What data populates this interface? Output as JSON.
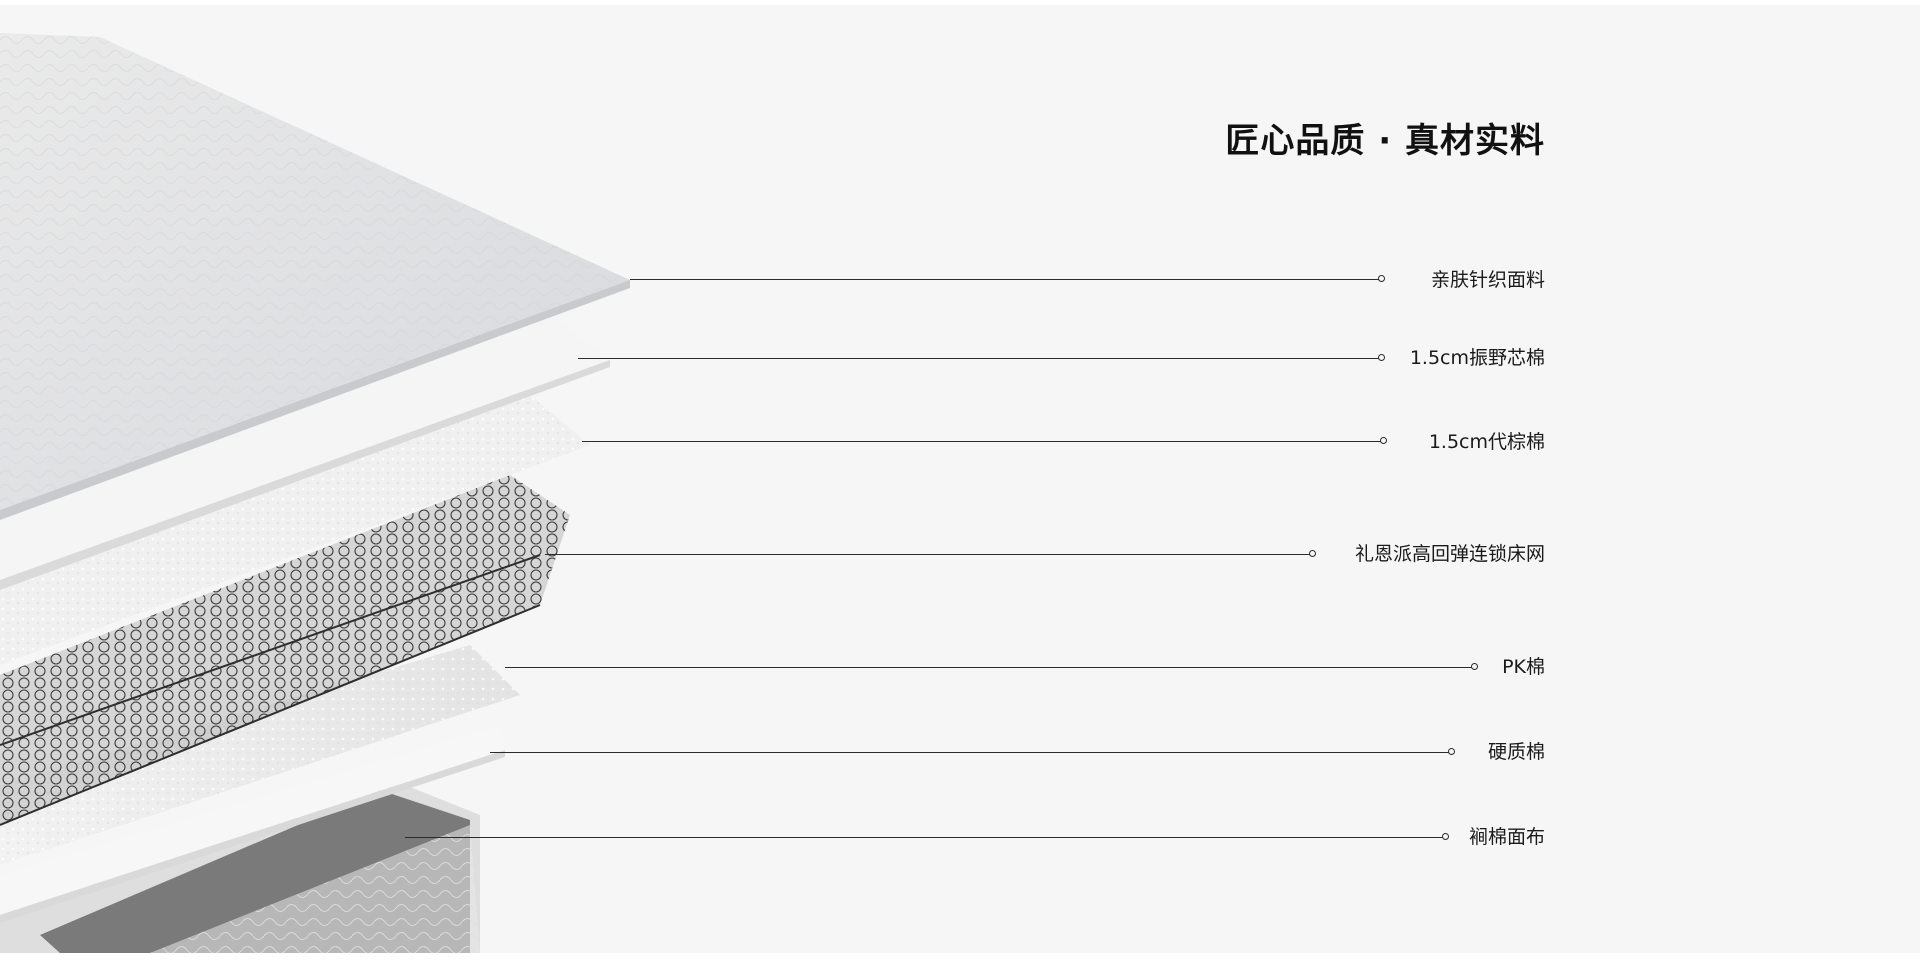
{
  "title": "匠心品质 · 真材实料",
  "layers": [
    {
      "label": "亲肤针织面料"
    },
    {
      "label": "1.5cm振野芯棉"
    },
    {
      "label": "1.5cm代棕棉"
    },
    {
      "label": "礼恩派高回弹连锁床网"
    },
    {
      "label": "PK棉"
    },
    {
      "label": "硬质棉"
    },
    {
      "label": "裥棉面布"
    }
  ]
}
